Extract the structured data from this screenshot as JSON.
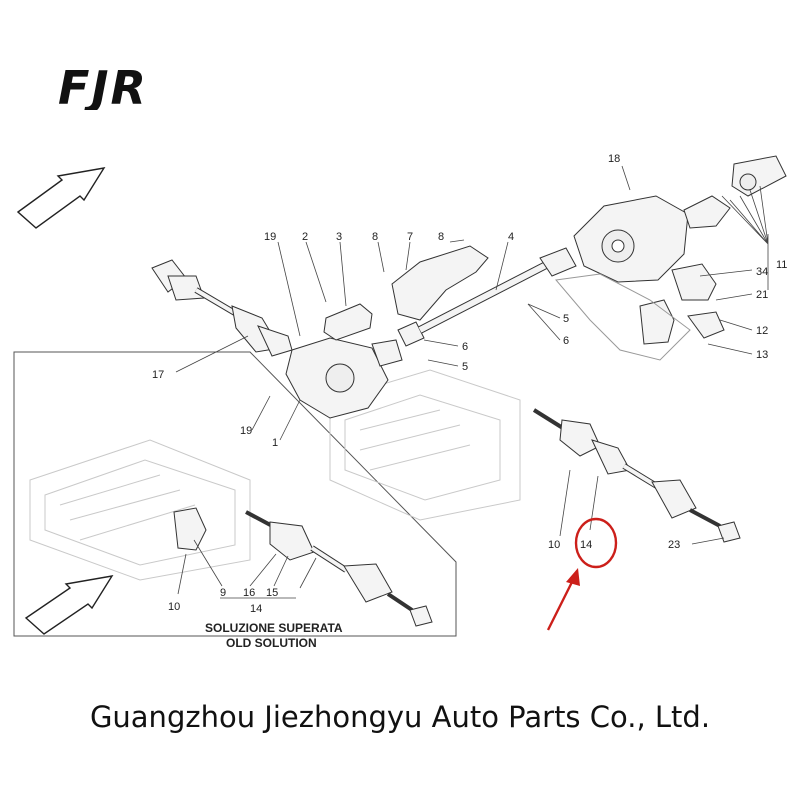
{
  "logo": {
    "text": "FJR"
  },
  "company": "Guangzhou Jiezhongyu Auto Parts Co., Ltd.",
  "diagram": {
    "callouts": [
      {
        "id": "c18",
        "text": "18"
      },
      {
        "id": "c11",
        "text": "11"
      },
      {
        "id": "c34",
        "text": "34"
      },
      {
        "id": "c21",
        "text": "21"
      },
      {
        "id": "c12",
        "text": "12"
      },
      {
        "id": "c13",
        "text": "13"
      },
      {
        "id": "c19a",
        "text": "19"
      },
      {
        "id": "c2",
        "text": "2"
      },
      {
        "id": "c3",
        "text": "3"
      },
      {
        "id": "c8a",
        "text": "8"
      },
      {
        "id": "c7",
        "text": "7"
      },
      {
        "id": "c8b",
        "text": "8"
      },
      {
        "id": "c4",
        "text": "4"
      },
      {
        "id": "c5a",
        "text": "5"
      },
      {
        "id": "c6a",
        "text": "6"
      },
      {
        "id": "c6b",
        "text": "6"
      },
      {
        "id": "c5b",
        "text": "5"
      },
      {
        "id": "c17",
        "text": "17"
      },
      {
        "id": "c19b",
        "text": "19"
      },
      {
        "id": "c1",
        "text": "1"
      },
      {
        "id": "c10a",
        "text": "10"
      },
      {
        "id": "c14a",
        "text": "14"
      },
      {
        "id": "c23",
        "text": "23"
      },
      {
        "id": "c9",
        "text": "9"
      },
      {
        "id": "c16",
        "text": "16"
      },
      {
        "id": "c15",
        "text": "15"
      },
      {
        "id": "c14b",
        "text": "14"
      },
      {
        "id": "c10b",
        "text": "10"
      }
    ],
    "old_solution_it": "SOLUZIONE SUPERATA",
    "old_solution_en": "OLD SOLUTION",
    "highlight_color": "#cc1f1a"
  }
}
